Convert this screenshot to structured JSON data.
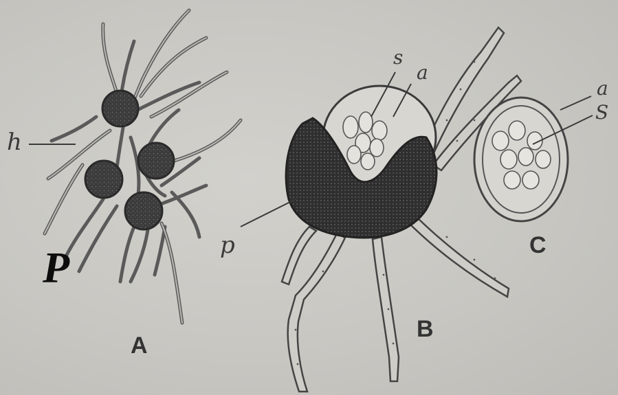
{
  "figure": {
    "panels": {
      "A": {
        "caption": "A",
        "labels": {
          "h": "h",
          "p": "P"
        }
      },
      "B": {
        "caption": "B",
        "labels": {
          "s": "s",
          "a": "a",
          "p": "p"
        }
      },
      "C": {
        "caption": "C",
        "labels": {
          "a": "a",
          "s": "S"
        }
      }
    }
  },
  "colors": {
    "paper": "#c9c8c3",
    "ink": "#2b2b2b",
    "dark_fill": "#3a3a3a",
    "light_fill": "#d6d4cf"
  }
}
